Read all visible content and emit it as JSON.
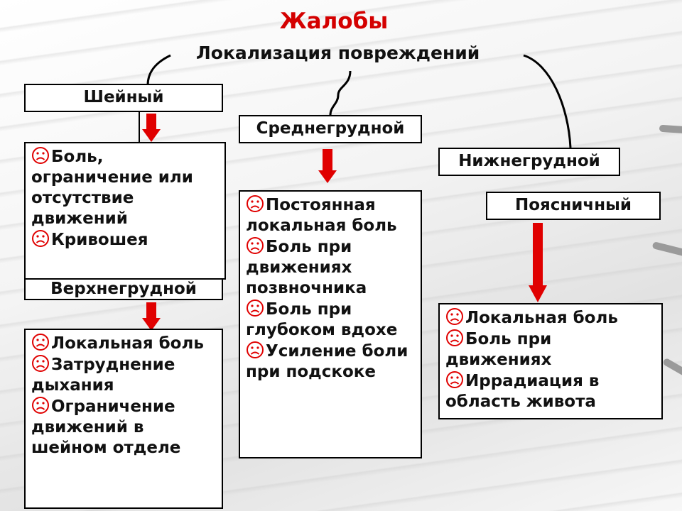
{
  "title": "Жалобы",
  "subtitle": "Локализация повреждений",
  "colors": {
    "title": "#d40000",
    "arrow": "#e00000",
    "icon": "#e00000"
  },
  "icon": "sad-face-icon",
  "regions": {
    "cervical": {
      "label": "Шейный",
      "items": [
        "Боль, ограничение или отсутствие движений",
        "Кривошея"
      ]
    },
    "upper_thoracic": {
      "label": "Верхнегрудной",
      "items": [
        "Локальная боль",
        "Затруднение дыхания",
        "Ограничение движений в шейном отделе"
      ]
    },
    "mid_thoracic": {
      "label": "Среднегрудной",
      "items": [
        "Постоянная локальная боль",
        "Боль при движениях позвночника",
        "Боль при глубоком вдохе",
        "Усиление боли при подскоке"
      ]
    },
    "lower_thoracic": {
      "label": "Нижнегрудной"
    },
    "lumbar": {
      "label": "Поясничный",
      "items": [
        "Локальная боль",
        "Боль при движениях",
        "Иррадиация в область живота"
      ]
    }
  }
}
